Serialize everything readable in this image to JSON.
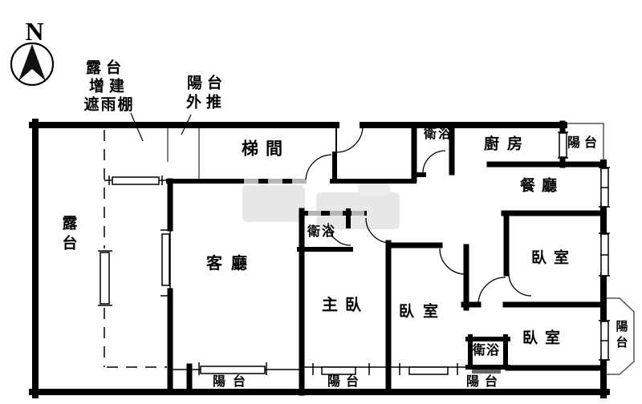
{
  "compass": {
    "north_label": "N"
  },
  "annotations": {
    "terrace_shelter": {
      "lines": [
        "露台",
        "增建",
        "遮雨棚"
      ]
    },
    "balcony_pushout": {
      "lines": [
        "陽台",
        "外推"
      ]
    }
  },
  "rooms": {
    "terrace": {
      "label": "露台"
    },
    "stair_hall": {
      "label": "梯間"
    },
    "bathroom_top": {
      "label": "衛浴"
    },
    "kitchen": {
      "label": "廚房"
    },
    "balcony_top_right": {
      "label": "陽台"
    },
    "dining": {
      "label": "餐廳"
    },
    "living": {
      "label": "客廳"
    },
    "bathroom_middle": {
      "label": "衛浴"
    },
    "master_bedroom": {
      "label": "主臥"
    },
    "bedroom_middle": {
      "label": "臥室"
    },
    "bedroom_right_top": {
      "label": "臥室"
    },
    "bedroom_right_bottom": {
      "label": "臥室"
    },
    "bathroom_bottom": {
      "label": "衛浴"
    },
    "balcony_bottom_1": {
      "label": "陽台"
    },
    "balcony_bottom_2": {
      "label": "陽台"
    },
    "balcony_bottom_3": {
      "label": "陽台"
    },
    "balcony_bay_right": {
      "label": "陽台"
    }
  },
  "colors": {
    "wall": "#000000",
    "faded_wall": "#b5b5b5",
    "thin_outline": "#666666",
    "threshold": "#666666",
    "watermark": "#d0d0d0",
    "background": "#ffffff"
  }
}
